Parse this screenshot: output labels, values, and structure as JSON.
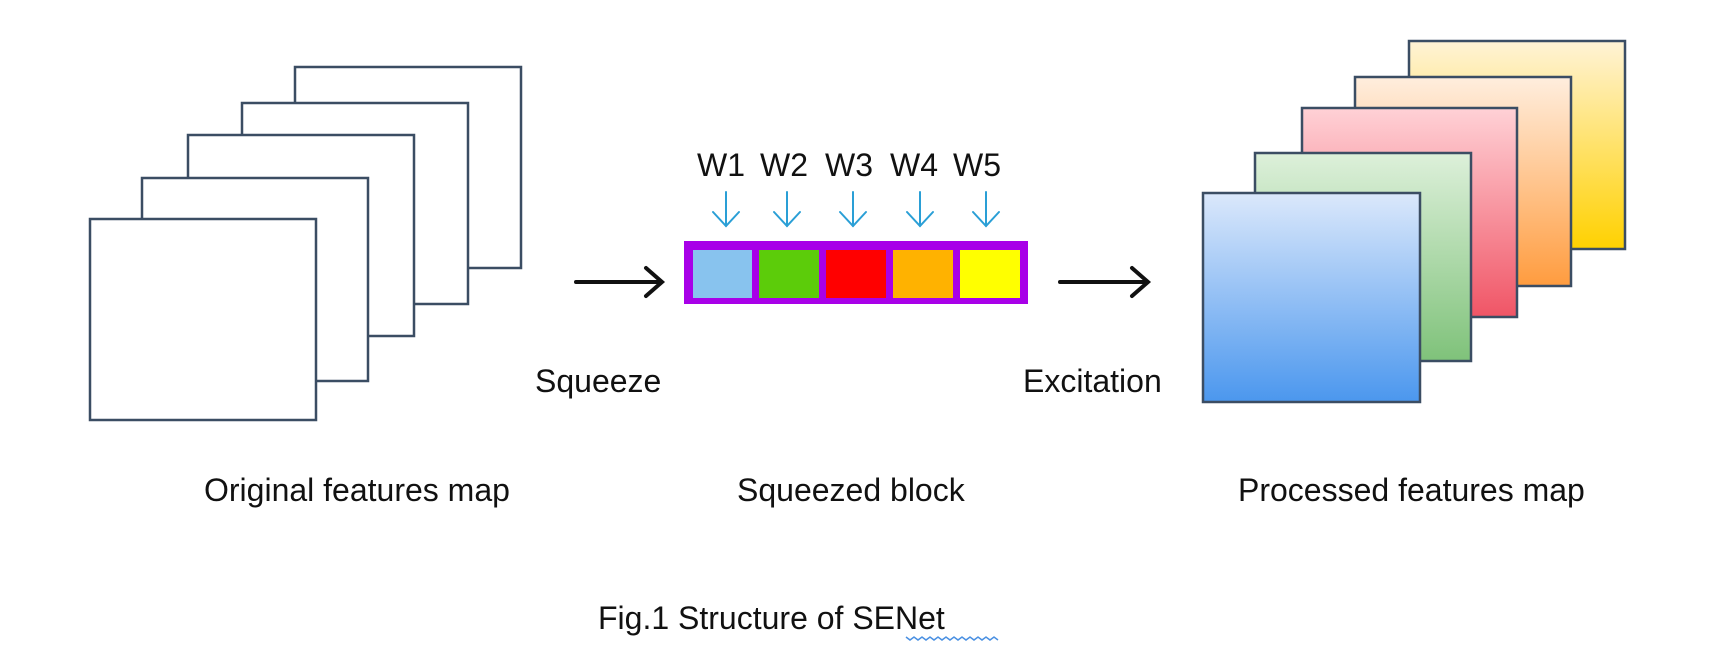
{
  "labels": {
    "weights": [
      "W1",
      "W2",
      "W3",
      "W4",
      "W5"
    ],
    "squeeze": "Squeeze",
    "excitation": "Excitation",
    "original_caption": "Original features map",
    "squeezed_caption": "Squeezed block",
    "processed_caption": "Processed features map",
    "figure_caption_prefix": "Fig.1 Structure of ",
    "figure_caption_name": "SENet"
  },
  "colors": {
    "outline": "#3b4d63",
    "block_border": "#a800e8",
    "weight_arrow": "#2a9fd6",
    "squeezed_cells": [
      "#88c3ee",
      "#5ccc0a",
      "#ff0000",
      "#ffb200",
      "#ffff00"
    ],
    "processed_gradients": [
      {
        "name": "yellow-map",
        "top": "#fff3d6",
        "bottom": "#ffd100"
      },
      {
        "name": "orange-map",
        "top": "#ffeede",
        "bottom": "#ff9c3f"
      },
      {
        "name": "red-map",
        "top": "#ffd1d6",
        "bottom": "#f05566"
      },
      {
        "name": "green-map",
        "top": "#ddf0da",
        "bottom": "#7fc27a"
      },
      {
        "name": "blue-map",
        "top": "#dbe8fb",
        "bottom": "#4b97ee"
      }
    ]
  }
}
